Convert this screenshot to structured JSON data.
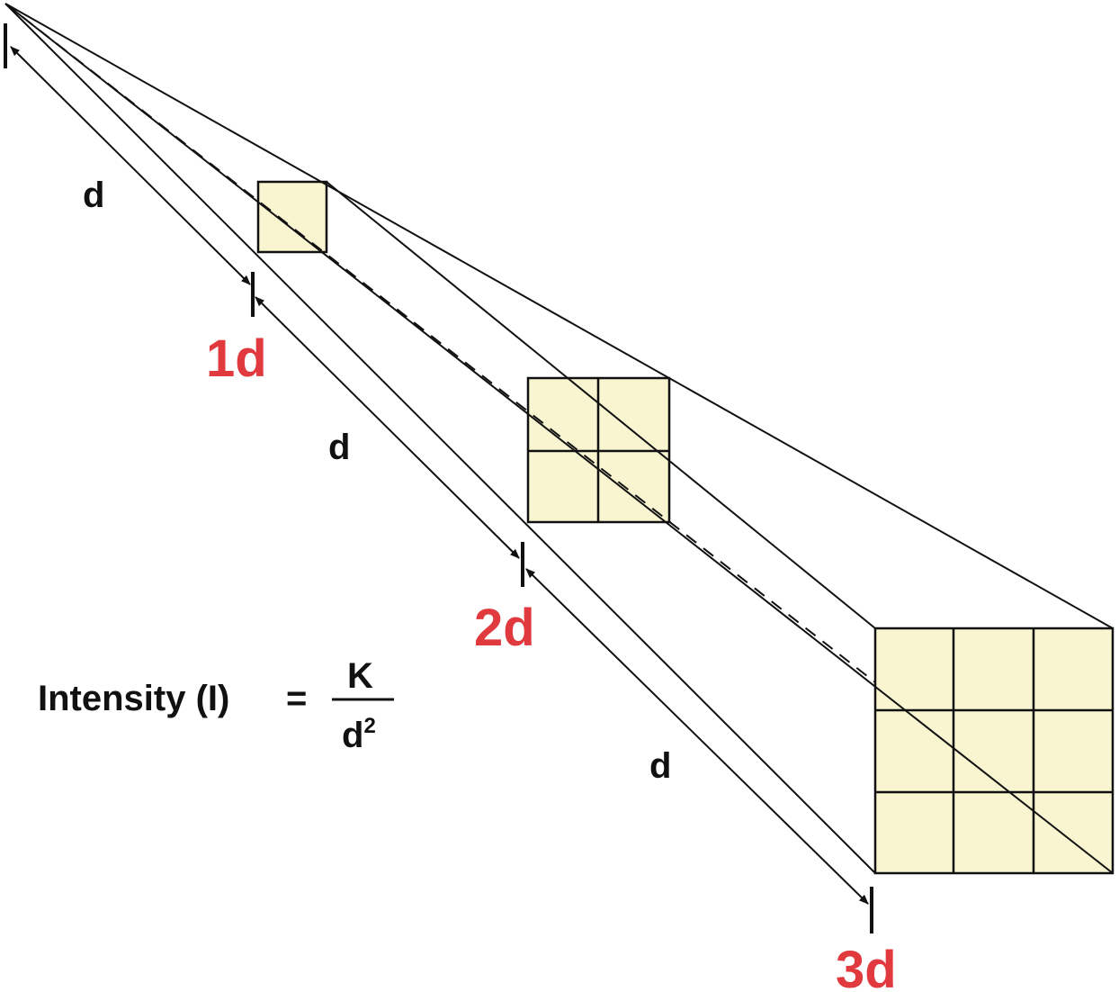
{
  "distance_labels": {
    "segment_1": "d",
    "segment_2": "d",
    "segment_3": "d"
  },
  "markers": {
    "m1": "1d",
    "m2": "2d",
    "m3": "3d"
  },
  "formula": {
    "lhs": "Intensity (I)",
    "equals": "=",
    "numerator": "K",
    "denominator_base": "d",
    "denominator_exponent": "2"
  },
  "colors": {
    "square_fill": "#f8f5d0",
    "marker_label": "#e03a3e",
    "line": "#111111"
  }
}
